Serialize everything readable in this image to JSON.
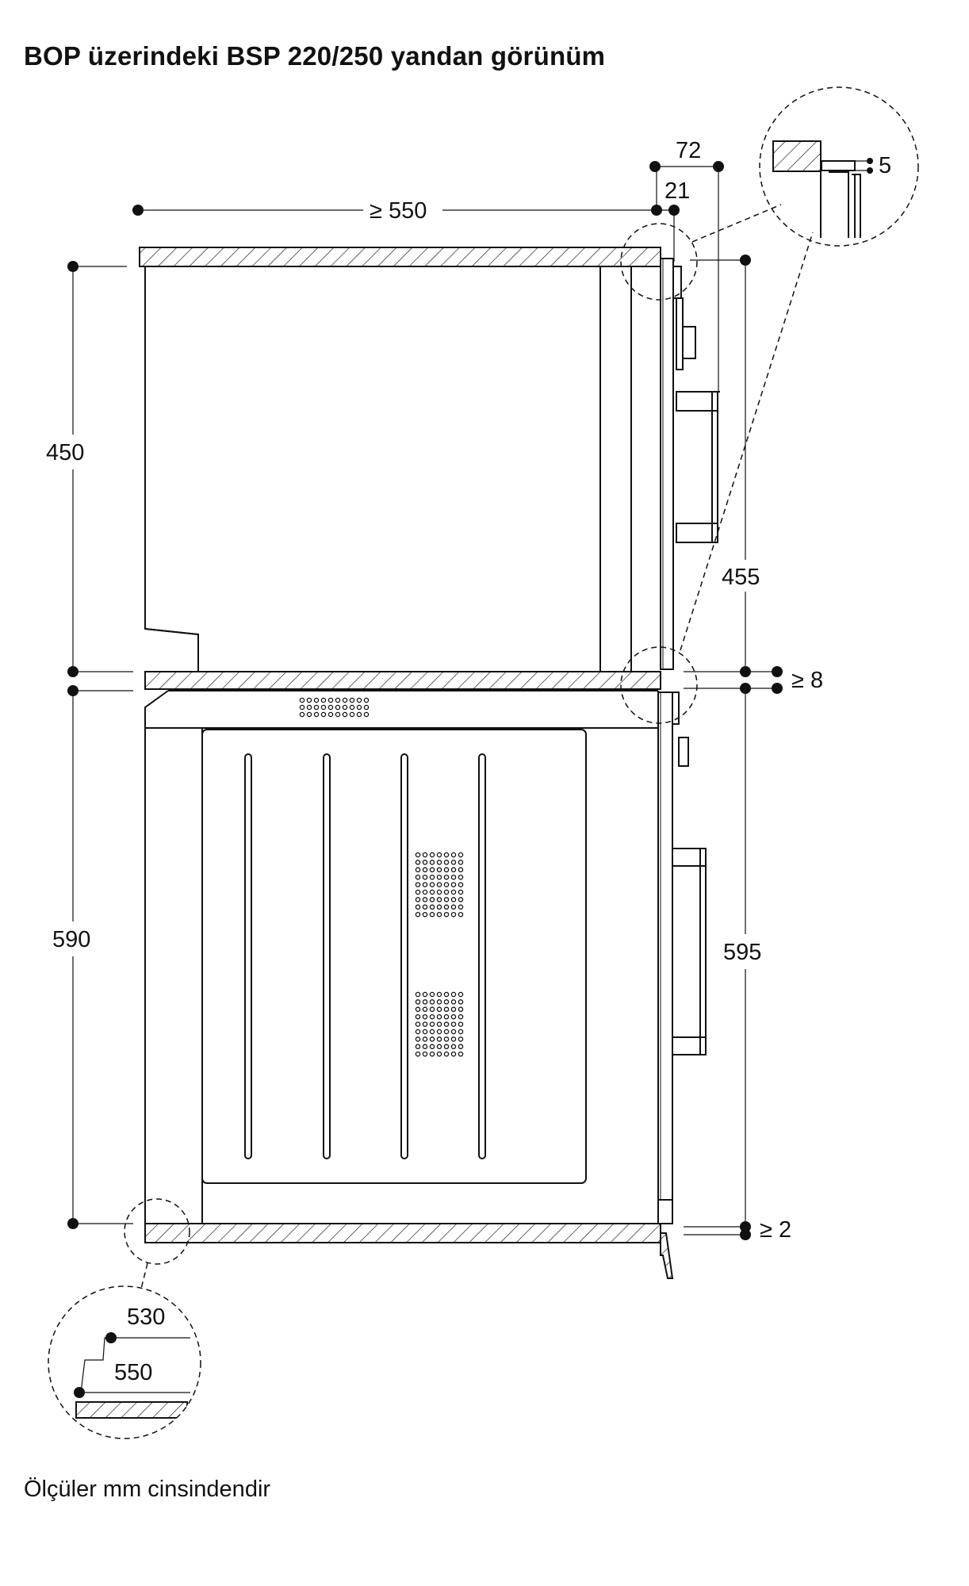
{
  "title": "BOP üzerindeki BSP 220/250 yandan görünüm",
  "footnote": "Ölçüler mm cinsindendir",
  "dimensions": {
    "depth_min": "≥ 550",
    "front_72": "72",
    "front_21": "21",
    "detail_5": "5",
    "height_450": "450",
    "height_455": "455",
    "gap_8": "≥ 8",
    "height_590": "590",
    "height_595": "595",
    "gap_2": "≥ 2",
    "detail_530": "530",
    "detail_550": "550"
  }
}
